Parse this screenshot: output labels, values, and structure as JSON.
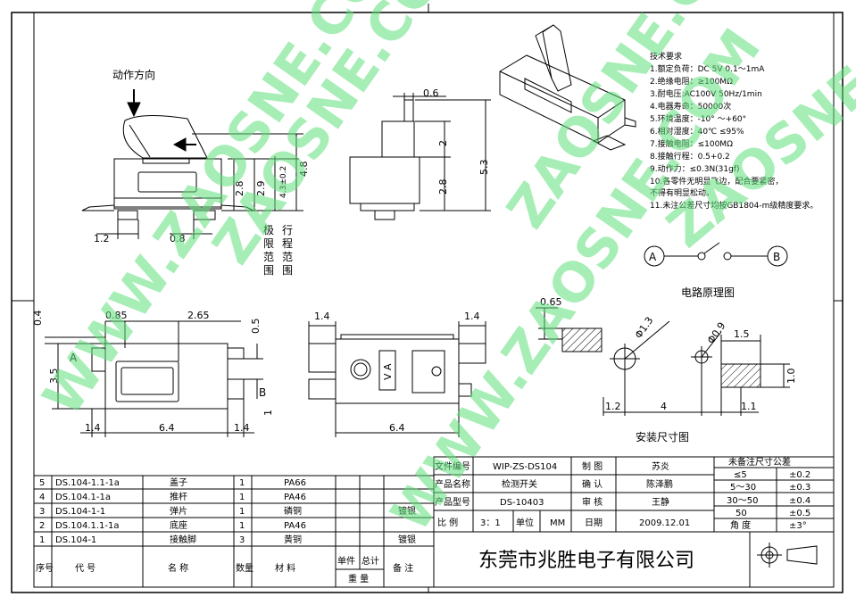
{
  "labels": {
    "action_direction": "动作方向",
    "circuit_title": "电路原理图",
    "install_title": "安装尺寸图",
    "limit_range": [
      "极",
      "限",
      "范",
      "围"
    ],
    "travel_range": [
      "行",
      "程",
      "范",
      "围"
    ],
    "node_a": "A",
    "node_b": "B",
    "side_a": "A",
    "side_b": "B",
    "va_mark": "V A"
  },
  "dims": {
    "d_0_6": "0.6",
    "d_2": "2",
    "d_5_3": "5.3",
    "d_2_8b": "2.8",
    "d_4_8": "4.8",
    "d_4_3": "4.3±0.2",
    "d_2_9": "2.9",
    "d_2_8": "2.8",
    "d_1_2": "1.2",
    "d_0_8": "0.8",
    "d_0_4": "0.4",
    "d_0_85": "0.85",
    "d_2_65": "2.65",
    "d_0_5": "0.5",
    "d_3_5": "3.5",
    "d_1": "1",
    "d_1_4a": "1.4",
    "d_6_4": "6.4",
    "d_1_4b": "1.4",
    "d_1_4c": "1.4",
    "d_1_4d": "1.4",
    "d_6_4b": "6.4",
    "d_0_65": "0.65",
    "d_phi13": "Φ1.3",
    "d_phi09": "Φ0.9",
    "d_1_5": "1.5",
    "d_1_0": "1.0",
    "d_1_2b": "1.2",
    "d_4": "4",
    "d_1_1": "1.1"
  },
  "tech": {
    "title": "技术要求",
    "items": [
      "1.额定负荷：DC 5V  0.1～1mA",
      "2.绝缘电阻：≥100MΩ",
      "3.耐电压:AC100V 50Hz/1min",
      "4.电器寿命：50000次",
      "5.环境温度：-10°  ～+60°",
      "6.相对湿度：40℃    ≤95%",
      "7.接触电阻：≤100MΩ",
      "8.接触行程：0.5+0.2",
      "9.动作力：≤0.3N(31gf)",
      "10.各零件无明显飞边，配合要紧密，",
      "   不得有明显松动。",
      "11.未注公差尺寸均按GB1804-m级精度要求。"
    ]
  },
  "bom": {
    "rows": [
      {
        "no": "5",
        "code": "DS.104-1.1-1a",
        "name": "盖子",
        "qty": "1",
        "material": "PA66",
        "remark": ""
      },
      {
        "no": "4",
        "code": "DS.104.1-1a",
        "name": "推杆",
        "qty": "1",
        "material": "PA46",
        "remark": ""
      },
      {
        "no": "3",
        "code": "DS.104-1-1",
        "name": "弹片",
        "qty": "1",
        "material": "磷铜",
        "remark": "镀银"
      },
      {
        "no": "2",
        "code": "DS.104.1.1-1a",
        "name": "底座",
        "qty": "1",
        "material": "PA46",
        "remark": ""
      },
      {
        "no": "1",
        "code": "DS.104-1",
        "name": "接触脚",
        "qty": "3",
        "material": "黄铜",
        "remark": "镀银"
      }
    ],
    "header": {
      "no": "序号",
      "code": "代    号",
      "name": "名    称",
      "qty": "数量",
      "material": "材    料",
      "unit": "单件",
      "total": "总计",
      "weight": "重 量",
      "remark": "备 注"
    }
  },
  "title_block": {
    "file_label": "文件编号",
    "file_value": "WIP-ZS-DS104",
    "product_label": "产品名称",
    "product_value": "检测开关",
    "model_label": "产品型号",
    "model_value": "DS-10403",
    "scale_label": "比  例",
    "scale_value": "3：1",
    "unit_label": "单位",
    "unit_value": "MM",
    "draw_label": "制  图",
    "draw_value": "苏炎",
    "confirm_label": "确  认",
    "confirm_value": "陈泽鹏",
    "review_label": "审  核",
    "review_value": "王静",
    "date_label": "日期",
    "date_value": "2009.12.01",
    "company": "东莞市兆胜电子有限公司"
  },
  "tolerance": {
    "title": "未备注尺寸公差",
    "rows": [
      [
        "≤5",
        "±0.2"
      ],
      [
        "5～30",
        "±0.3"
      ],
      [
        "30～50",
        "±0.4"
      ],
      [
        "50",
        "±0.5"
      ],
      [
        "角  度",
        "±3°"
      ]
    ]
  },
  "watermark": [
    "ZAOSNE.COM",
    "ZAOSNE.COM",
    "WWW.ZAOSNE.COM",
    "ZAOSNE.COM",
    "WWW.ZAOSNE.COM"
  ]
}
